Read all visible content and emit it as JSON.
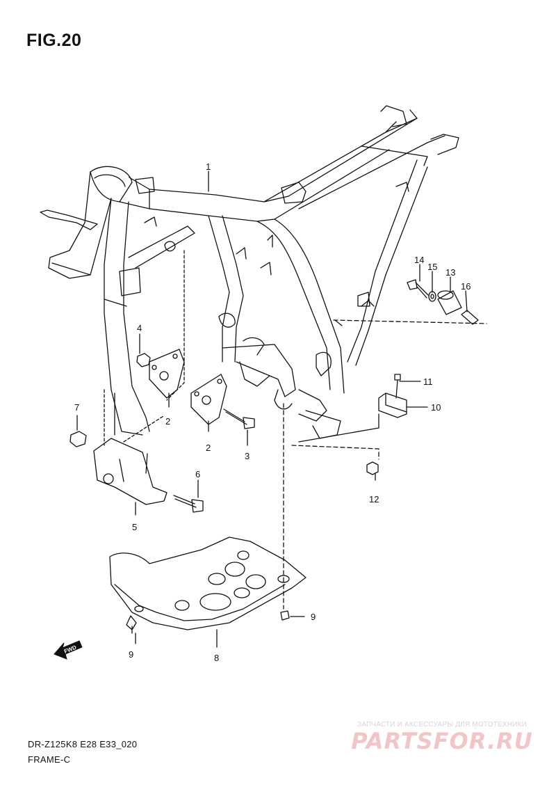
{
  "figure": {
    "title": "FIG.20",
    "model_code": "DR-Z125K8 E28 E33_020",
    "name": "FRAME-C"
  },
  "callouts": [
    {
      "id": "1",
      "label": "1"
    },
    {
      "id": "2a",
      "label": "2"
    },
    {
      "id": "2b",
      "label": "2"
    },
    {
      "id": "3",
      "label": "3"
    },
    {
      "id": "4",
      "label": "4"
    },
    {
      "id": "5",
      "label": "5"
    },
    {
      "id": "6",
      "label": "6"
    },
    {
      "id": "7",
      "label": "7"
    },
    {
      "id": "8",
      "label": "8"
    },
    {
      "id": "9a",
      "label": "9"
    },
    {
      "id": "9b",
      "label": "9"
    },
    {
      "id": "10",
      "label": "10"
    },
    {
      "id": "11",
      "label": "11"
    },
    {
      "id": "12",
      "label": "12"
    },
    {
      "id": "13",
      "label": "13"
    },
    {
      "id": "14",
      "label": "14"
    },
    {
      "id": "15",
      "label": "15"
    },
    {
      "id": "16",
      "label": "16"
    }
  ],
  "direction_arrow": {
    "label": "FWD",
    "icon": "fwd-arrow-icon"
  },
  "watermark": {
    "tagline": "ЗАПЧАСТИ И АКСЕССУАРЫ ДЛЯ МОТОТЕХНИКИ",
    "logo": "PARTSFOR.RU",
    "color": "#e8a0a0"
  },
  "colors": {
    "line": "#111111",
    "background": "#ffffff"
  }
}
